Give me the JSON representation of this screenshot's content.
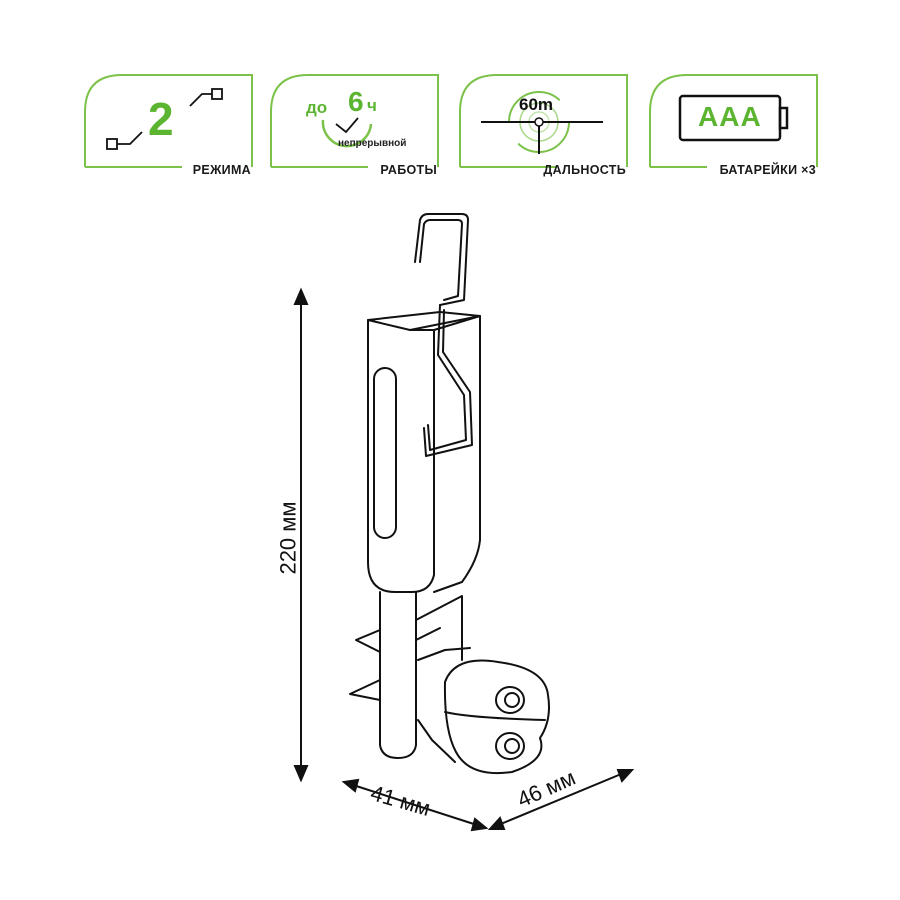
{
  "features": [
    {
      "value": "2",
      "caption": "РЕЖИМА",
      "icon": "modes-icon"
    },
    {
      "prefix": "до",
      "value": "6",
      "unit": "ч",
      "sub": "непрерывной",
      "caption": "РАБОТЫ",
      "icon": "clock-icon"
    },
    {
      "value": "60m",
      "caption": "ДАЛЬНОСТЬ",
      "icon": "target-icon"
    },
    {
      "value": "AAA",
      "caption": "БАТАРЕЙКИ ×3",
      "icon": "battery-icon"
    }
  ],
  "dimensions": {
    "height": "220 мм",
    "width": "41 мм",
    "depth": "46 мм"
  },
  "colors": {
    "accent": "#5cb531",
    "line": "#111111",
    "frame": "#7cc24a"
  }
}
